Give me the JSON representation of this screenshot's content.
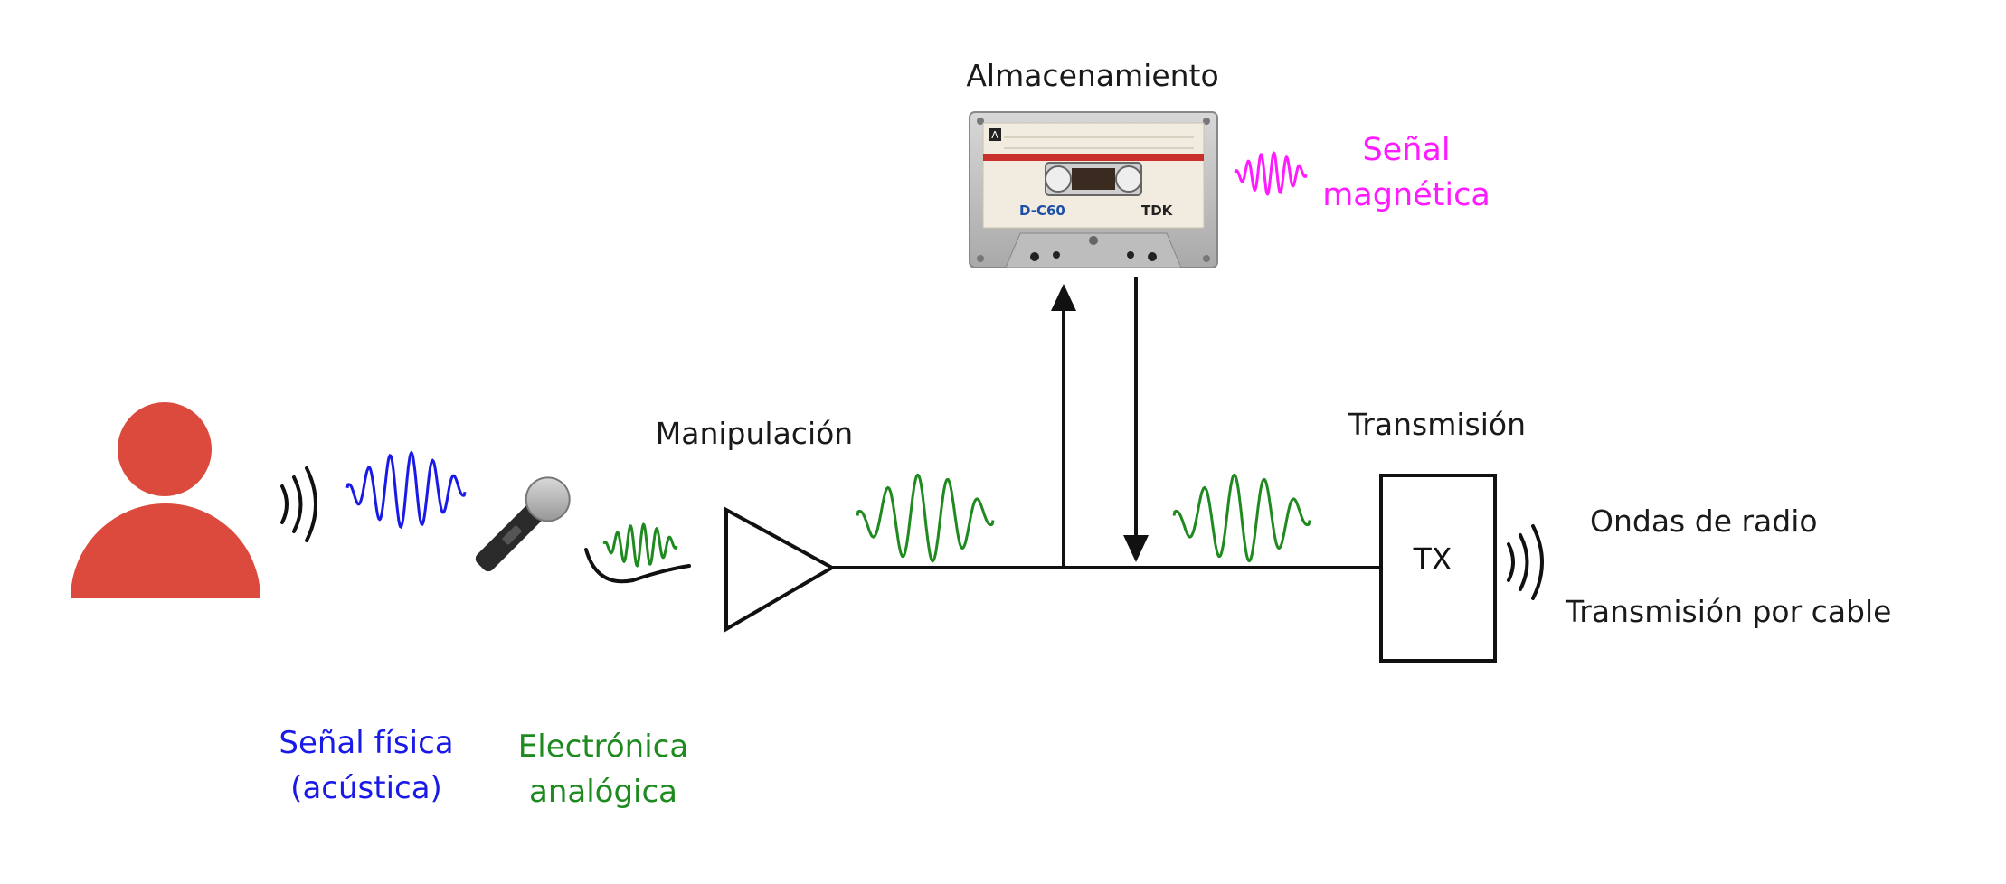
{
  "labels": {
    "storage": "Almacenamiento",
    "manipulation": "Manipulación",
    "transmission": "Transmisión",
    "radio_waves": "Ondas de radio",
    "cable_transmission": "Transmisión por cable",
    "tx": "TX",
    "magnetic_signal_line1": "Señal",
    "magnetic_signal_line2": "magnética",
    "physical_signal_line1": "Señal física",
    "physical_signal_line2": "(acústica)",
    "analog_electronic_line1": "Electrónica",
    "analog_electronic_line2": "analógica"
  },
  "cassette": {
    "side_label": "A",
    "model": "D-C60",
    "brand": "TDK"
  },
  "colors": {
    "acoustic": "#1a1ae6",
    "analog": "#1f8a1f",
    "magnetic": "#ff1aff",
    "person": "#db4a3c",
    "line": "#111111"
  },
  "icons": [
    "person-icon",
    "sound-waves-icon",
    "microphone-icon",
    "amplifier-triangle-icon",
    "cassette-icon",
    "arrow-up-icon",
    "arrow-down-icon",
    "radio-waves-icon"
  ]
}
